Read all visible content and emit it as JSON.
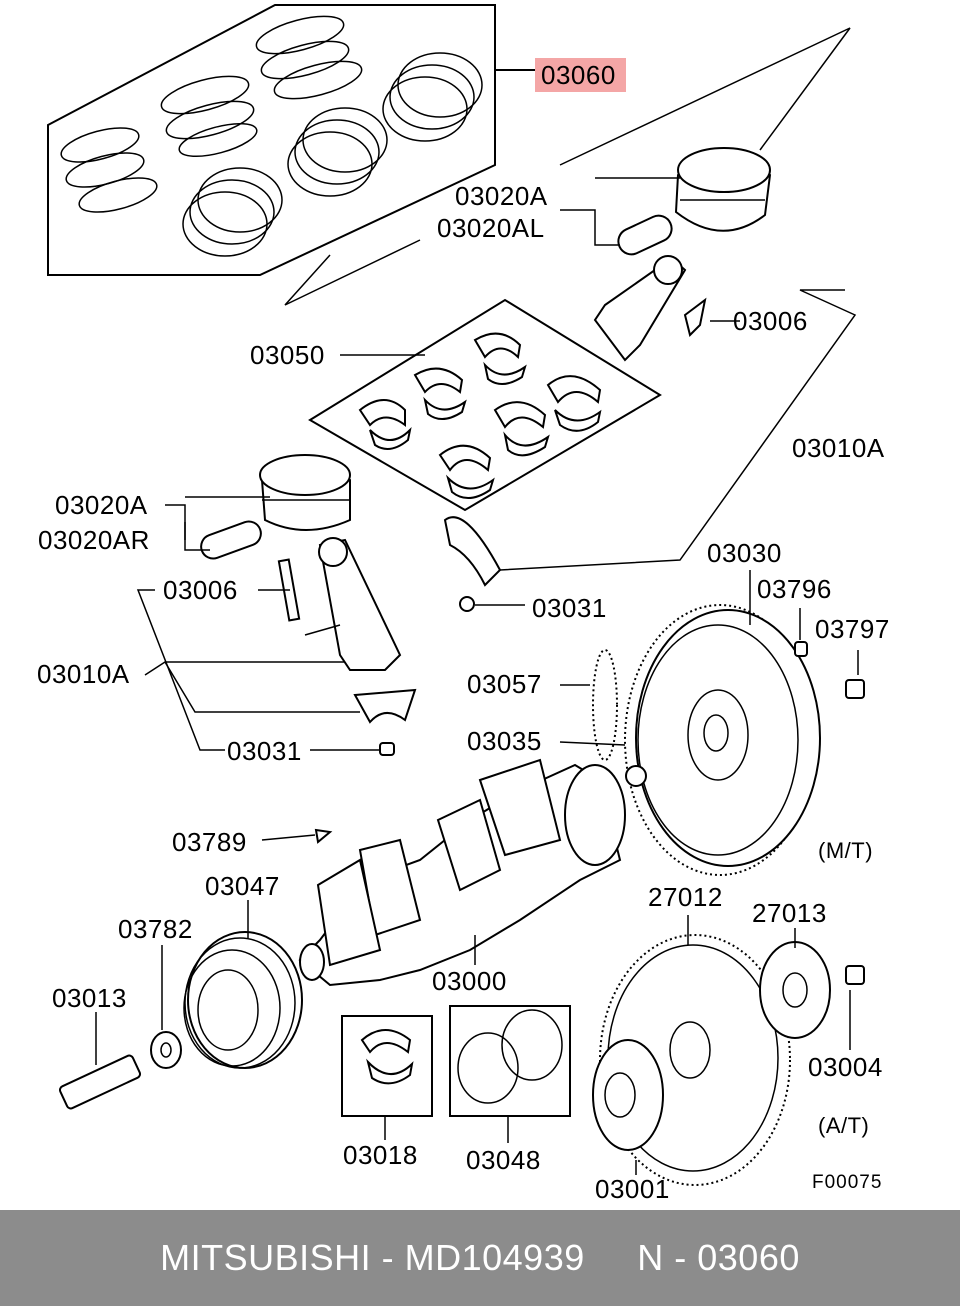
{
  "diagram": {
    "labels": [
      {
        "text": "03060",
        "highlight": true
      },
      {
        "text": "03020A"
      },
      {
        "text": "03020AL"
      },
      {
        "text": "03006"
      },
      {
        "text": "03050"
      },
      {
        "text": "03010A"
      },
      {
        "text": "03020A"
      },
      {
        "text": "03020AR"
      },
      {
        "text": "03030"
      },
      {
        "text": "03006"
      },
      {
        "text": "03796"
      },
      {
        "text": "03031"
      },
      {
        "text": "03797"
      },
      {
        "text": "03010A"
      },
      {
        "text": "03057"
      },
      {
        "text": "03035"
      },
      {
        "text": "03031"
      },
      {
        "text": "03789"
      },
      {
        "text": "(M/T)"
      },
      {
        "text": "03047"
      },
      {
        "text": "27012"
      },
      {
        "text": "27013"
      },
      {
        "text": "03782"
      },
      {
        "text": "03000"
      },
      {
        "text": "03013"
      },
      {
        "text": "03004"
      },
      {
        "text": "(A/T)"
      },
      {
        "text": "03018"
      },
      {
        "text": "03048"
      },
      {
        "text": "03001"
      },
      {
        "text": "F00075"
      }
    ],
    "highlight_color": "#f4a6a6"
  },
  "footer": {
    "brand": "MITSUBISHI",
    "part_number": "MD104939",
    "callout": "N - 03060",
    "background": "#8c8c8c"
  }
}
